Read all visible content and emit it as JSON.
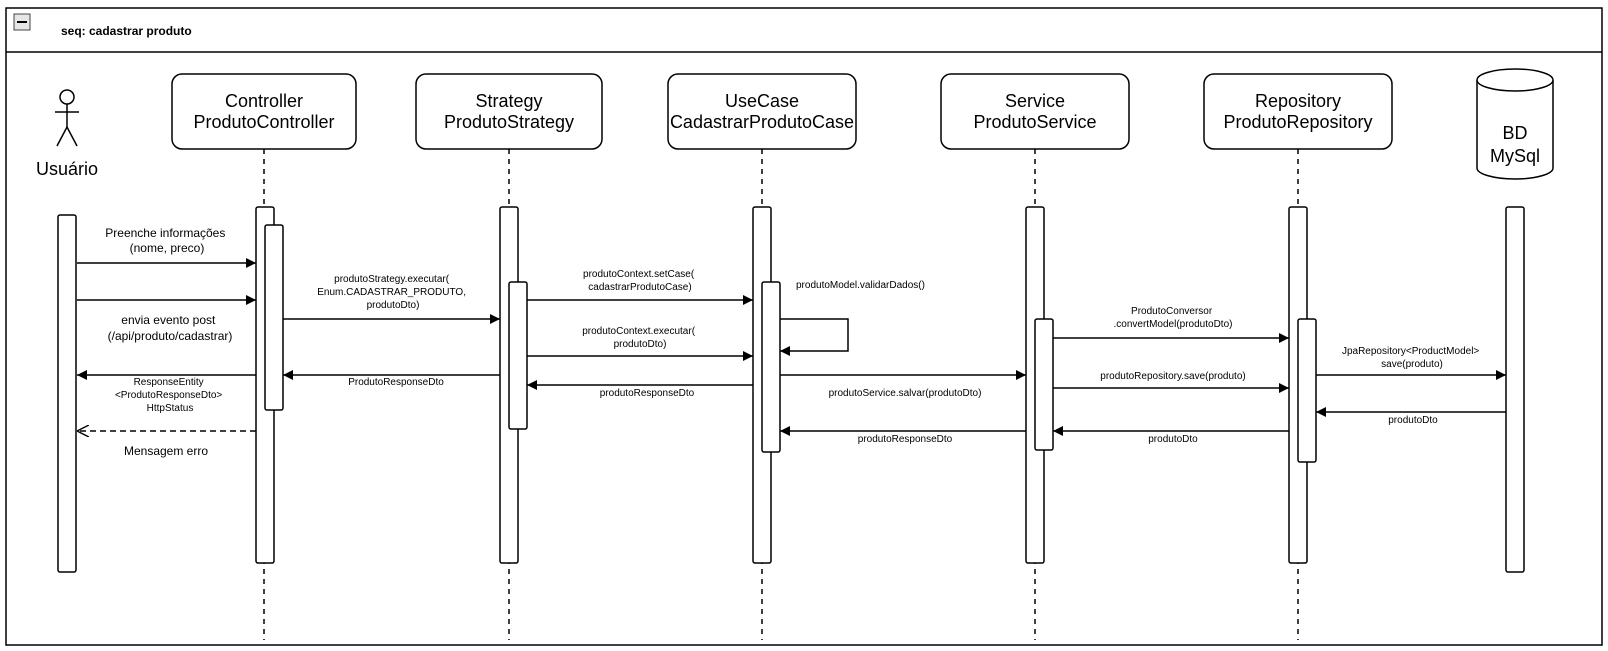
{
  "frame": {
    "title": "seq: cadastrar produto",
    "collapse_icon": "minus-icon"
  },
  "actor": {
    "label": "Usuário",
    "icon": "stick-figure-icon"
  },
  "participants": [
    {
      "line1": "Controller",
      "line2": "ProdutoController"
    },
    {
      "line1": "Strategy",
      "line2": "ProdutoStrategy"
    },
    {
      "line1": "UseCase",
      "line2": "CadastrarProdutoCase"
    },
    {
      "line1": "Service",
      "line2": "ProdutoService"
    },
    {
      "line1": "Repository",
      "line2": "ProdutoRepository"
    }
  ],
  "database": {
    "line1": "BD",
    "line2": "MySql",
    "icon": "cylinder-icon"
  },
  "messages": [
    {
      "lines": [
        "Preenche informações",
        "(nome, preco)"
      ]
    },
    {
      "lines": [
        "envia evento post",
        "(/api/produto/cadastrar)"
      ]
    },
    {
      "lines": [
        "ResponseEntity",
        "<ProdutoResponseDto>",
        "HttpStatus"
      ]
    },
    {
      "lines": [
        "Mensagem erro"
      ]
    },
    {
      "lines": [
        "produtoStrategy.executar(",
        "Enum.CADASTRAR_PRODUTO,",
        "produtoDto)"
      ]
    },
    {
      "lines": [
        "ProdutoResponseDto"
      ]
    },
    {
      "lines": [
        "produtoContext.setCase(",
        "cadastrarProdutoCase)"
      ]
    },
    {
      "lines": [
        "produtoContext.executar(",
        "produtoDto)"
      ]
    },
    {
      "lines": [
        "produtoResponseDto"
      ]
    },
    {
      "lines": [
        "produtoModel.validarDados()"
      ]
    },
    {
      "lines": [
        "produtoService.salvar(produtoDto)"
      ]
    },
    {
      "lines": [
        "produtoResponseDto"
      ]
    },
    {
      "lines": [
        "ProdutoConversor",
        ".convertModel(produtoDto)"
      ]
    },
    {
      "lines": [
        "produtoRepository.save(produto)"
      ]
    },
    {
      "lines": [
        "produtoDto"
      ]
    },
    {
      "lines": [
        "JpaRepository<ProductModel>",
        "save(produto)"
      ]
    },
    {
      "lines": [
        "produtoDto"
      ]
    }
  ]
}
